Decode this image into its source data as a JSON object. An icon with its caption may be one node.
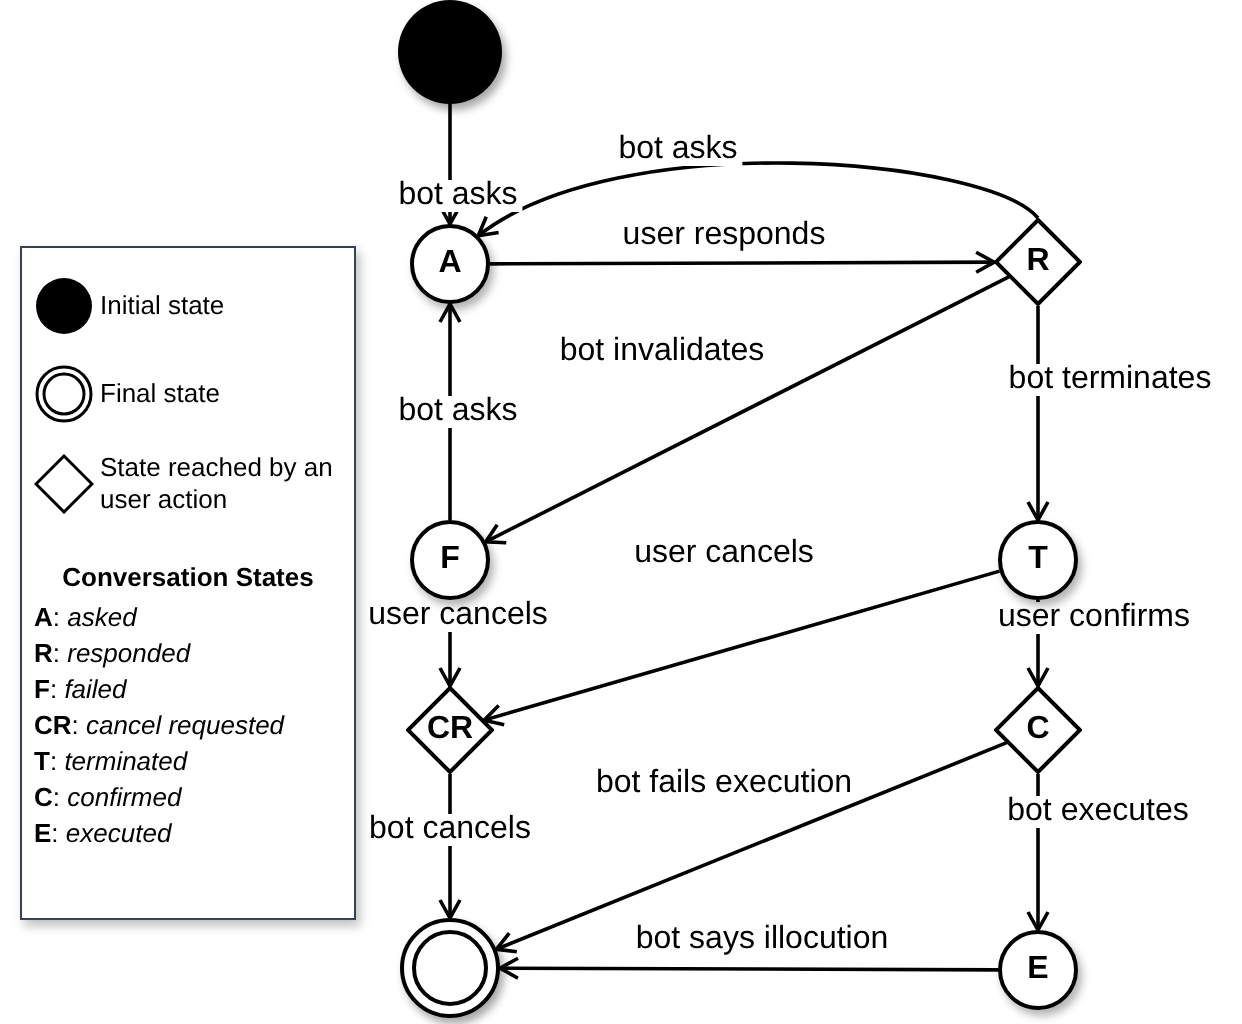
{
  "diagram": {
    "nodes": [
      {
        "text": [],
        "shape": "circle"
      },
      {
        "text": [
          "A"
        ]
      },
      {
        "text": [
          "R"
        ]
      },
      {
        "text": [
          "F"
        ]
      },
      {
        "text": [
          "T"
        ]
      },
      {
        "text": [
          "CR"
        ]
      },
      {
        "text": [
          "C"
        ]
      },
      {
        "text": [],
        "shape": "circle"
      },
      {
        "text": [
          "E"
        ]
      }
    ],
    "edges": [
      {
        "from": 0,
        "to": 1,
        "arrow": "to",
        "label": "bot asks"
      },
      {
        "from": 2,
        "to": 1,
        "arrow": "to",
        "label": "bot asks"
      },
      {
        "from": 1,
        "to": 2,
        "arrow": "to",
        "label": "user responds"
      },
      {
        "from": 2,
        "to": 3,
        "arrow": "to",
        "label": "bot invalidates"
      },
      {
        "from": 2,
        "to": 4,
        "arrow": "to",
        "label": "bot terminates"
      },
      {
        "from": 3,
        "to": 1,
        "arrow": "to",
        "label": "bot asks"
      },
      {
        "from": 3,
        "to": 5,
        "arrow": "to",
        "label": "user cancels"
      },
      {
        "from": 4,
        "to": 5,
        "arrow": "to",
        "label": "user cancels"
      },
      {
        "from": 4,
        "to": 6,
        "arrow": "to",
        "label": "user confirms"
      },
      {
        "from": 5,
        "to": 7,
        "arrow": "to",
        "label": "bot cancels"
      },
      {
        "from": 6,
        "to": 7,
        "arrow": "to",
        "label": "bot fails execution"
      },
      {
        "from": 6,
        "to": 8,
        "arrow": "to",
        "label": "bot executes"
      },
      {
        "from": 8,
        "to": 7,
        "arrow": "to",
        "label": "bot says illocution"
      }
    ],
    "labels": [
      "Conversation States",
      "**A**: *asked*",
      "**R**: *responded*",
      "**F**: *failed*",
      "**CR**: *cancel requested*",
      "**T**: *terminated*",
      "**C**: *confirmed*",
      "**E**: *executed*"
    ],
    "legend": [
      {
        "text": "Initial state"
      },
      {
        "text": "Final state"
      },
      {
        "text": "State reached by an user action"
      }
    ]
  }
}
